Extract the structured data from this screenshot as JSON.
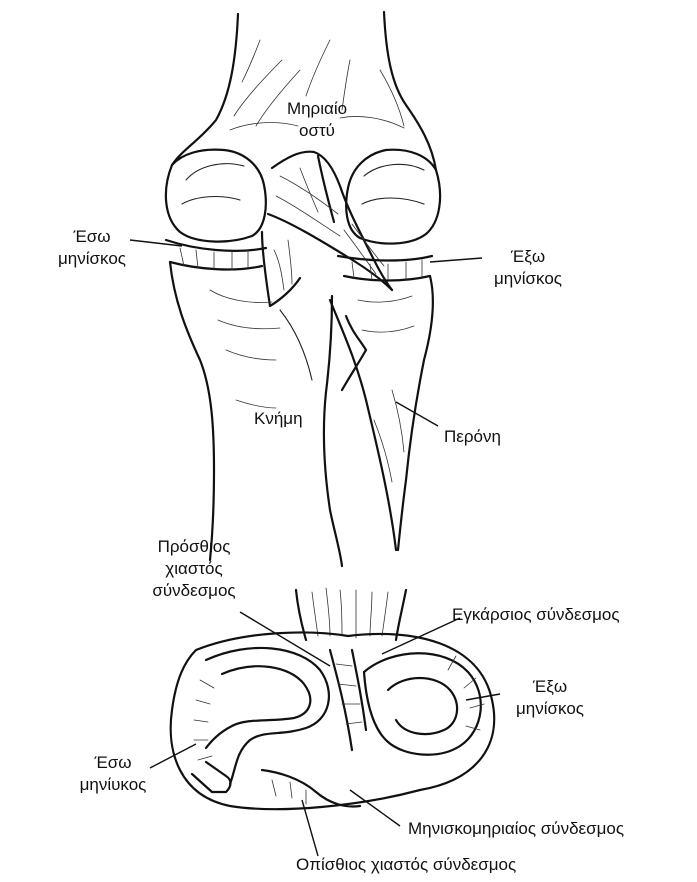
{
  "top_view": {
    "femur": [
      "Μηριαίο",
      "οστύ"
    ],
    "medial_meniscus": [
      "Έσω",
      "μηνίσκος"
    ],
    "lateral_meniscus": [
      "Έξω",
      "μηνίσκος"
    ],
    "tibia": "Κνήμη",
    "fibula": "Περόνη"
  },
  "bottom_view": {
    "anterior_cruciate": [
      "Πρόσθιος",
      "χιαστός",
      "σύνδεσμος"
    ],
    "transverse_ligament": "Εγκάρσιος σύνδεσμος",
    "lateral_meniscus": [
      "Έξω",
      "μηνίσκος"
    ],
    "medial_meniscus": [
      "Έσω",
      "μηνίυκος"
    ],
    "meniscofemoral_ligament": "Μηνισκομηριαίος σύνδεσμος",
    "posterior_cruciate": "Οπίσθιος χιαστός σύνδεσμος"
  }
}
